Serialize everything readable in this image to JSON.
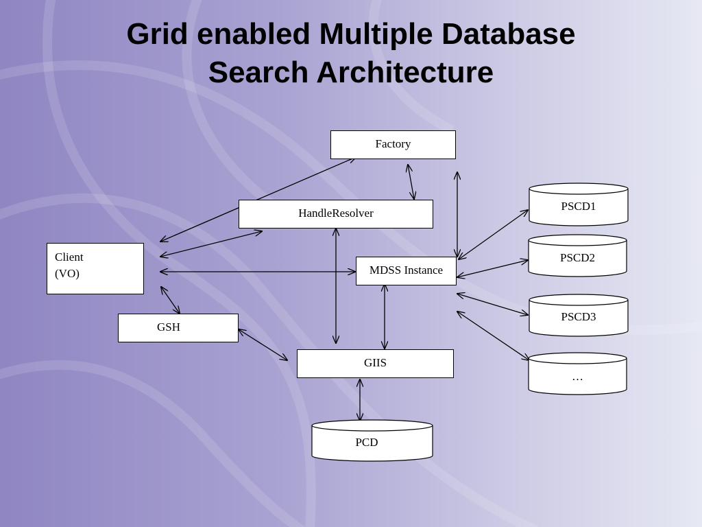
{
  "slide": {
    "title_line1": "Grid enabled Multiple Database",
    "title_line2": "Search Architecture"
  },
  "nodes": {
    "factory": "Factory",
    "handle_resolver": "HandleResolver",
    "client_line1": "Client",
    "client_line2": "(VO)",
    "mdss_instance": "MDSS Instance",
    "gsh": "GSH",
    "giis": "GIIS"
  },
  "databases": {
    "pscd1": "PSCD1",
    "pscd2": "PSCD2",
    "pscd3": "PSCD3",
    "pscd_more": "…",
    "pcd": "PCD"
  },
  "connections": [
    {
      "from": "Client (VO)",
      "to": "Factory",
      "direction": "both"
    },
    {
      "from": "Client (VO)",
      "to": "HandleResolver",
      "direction": "both"
    },
    {
      "from": "Client (VO)",
      "to": "MDSS Instance",
      "direction": "both"
    },
    {
      "from": "Client (VO)",
      "to": "GSH",
      "direction": "both"
    },
    {
      "from": "GSH",
      "to": "GIIS",
      "direction": "both"
    },
    {
      "from": "Factory",
      "to": "HandleResolver",
      "direction": "both"
    },
    {
      "from": "Factory",
      "to": "MDSS Instance",
      "direction": "both"
    },
    {
      "from": "HandleResolver",
      "to": "GIIS",
      "direction": "both"
    },
    {
      "from": "MDSS Instance",
      "to": "GIIS",
      "direction": "both"
    },
    {
      "from": "MDSS Instance",
      "to": "PSCD1",
      "direction": "both"
    },
    {
      "from": "MDSS Instance",
      "to": "PSCD2",
      "direction": "both"
    },
    {
      "from": "MDSS Instance",
      "to": "PSCD3",
      "direction": "both"
    },
    {
      "from": "MDSS Instance",
      "to": "…",
      "direction": "both"
    },
    {
      "from": "GIIS",
      "to": "PCD",
      "direction": "both"
    }
  ],
  "colors": {
    "background_left": "#8f86c2",
    "background_right": "#e6e8f3",
    "node_fill": "#ffffff",
    "line": "#000000"
  }
}
